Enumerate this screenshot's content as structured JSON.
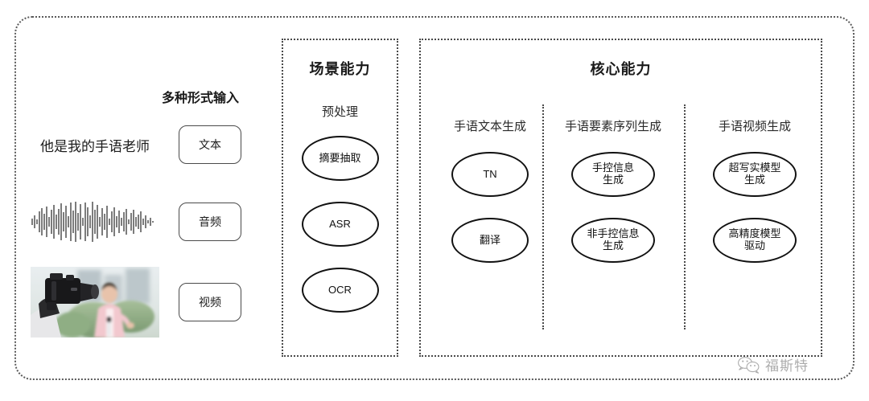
{
  "diagram": {
    "input_section": {
      "title": "多种形式输入",
      "rows": [
        {
          "media_kind": "text-sample",
          "sample_text": "他是我的手语老师",
          "chip_label": "文本"
        },
        {
          "media_kind": "audio-waveform",
          "sample_text": "",
          "chip_label": "音频"
        },
        {
          "media_kind": "video-thumbnail",
          "sample_text": "",
          "chip_label": "视频"
        }
      ]
    },
    "scene_panel": {
      "title": "场景能力",
      "column": {
        "header": "预处理",
        "nodes": [
          "摘要抽取",
          "ASR",
          "OCR"
        ]
      }
    },
    "core_panel": {
      "title": "核心能力",
      "columns": [
        {
          "header": "手语文本生成",
          "nodes": [
            "TN",
            "翻译"
          ]
        },
        {
          "header": "手语要素序列生成",
          "nodes": [
            "手控信息\n生成",
            "非手控信息\n生成"
          ]
        },
        {
          "header": "手语视频生成",
          "nodes": [
            "超写实模型\n生成",
            "高精度模型\n驱动"
          ]
        }
      ]
    },
    "watermark": {
      "icon": "wechat-icon",
      "text": "福斯特"
    },
    "colors": {
      "frame_border": "#5a5a5a",
      "panel_border": "#4a4a4a",
      "node_border": "#111111",
      "text": "#1c1c1c",
      "background": "#ffffff"
    }
  }
}
